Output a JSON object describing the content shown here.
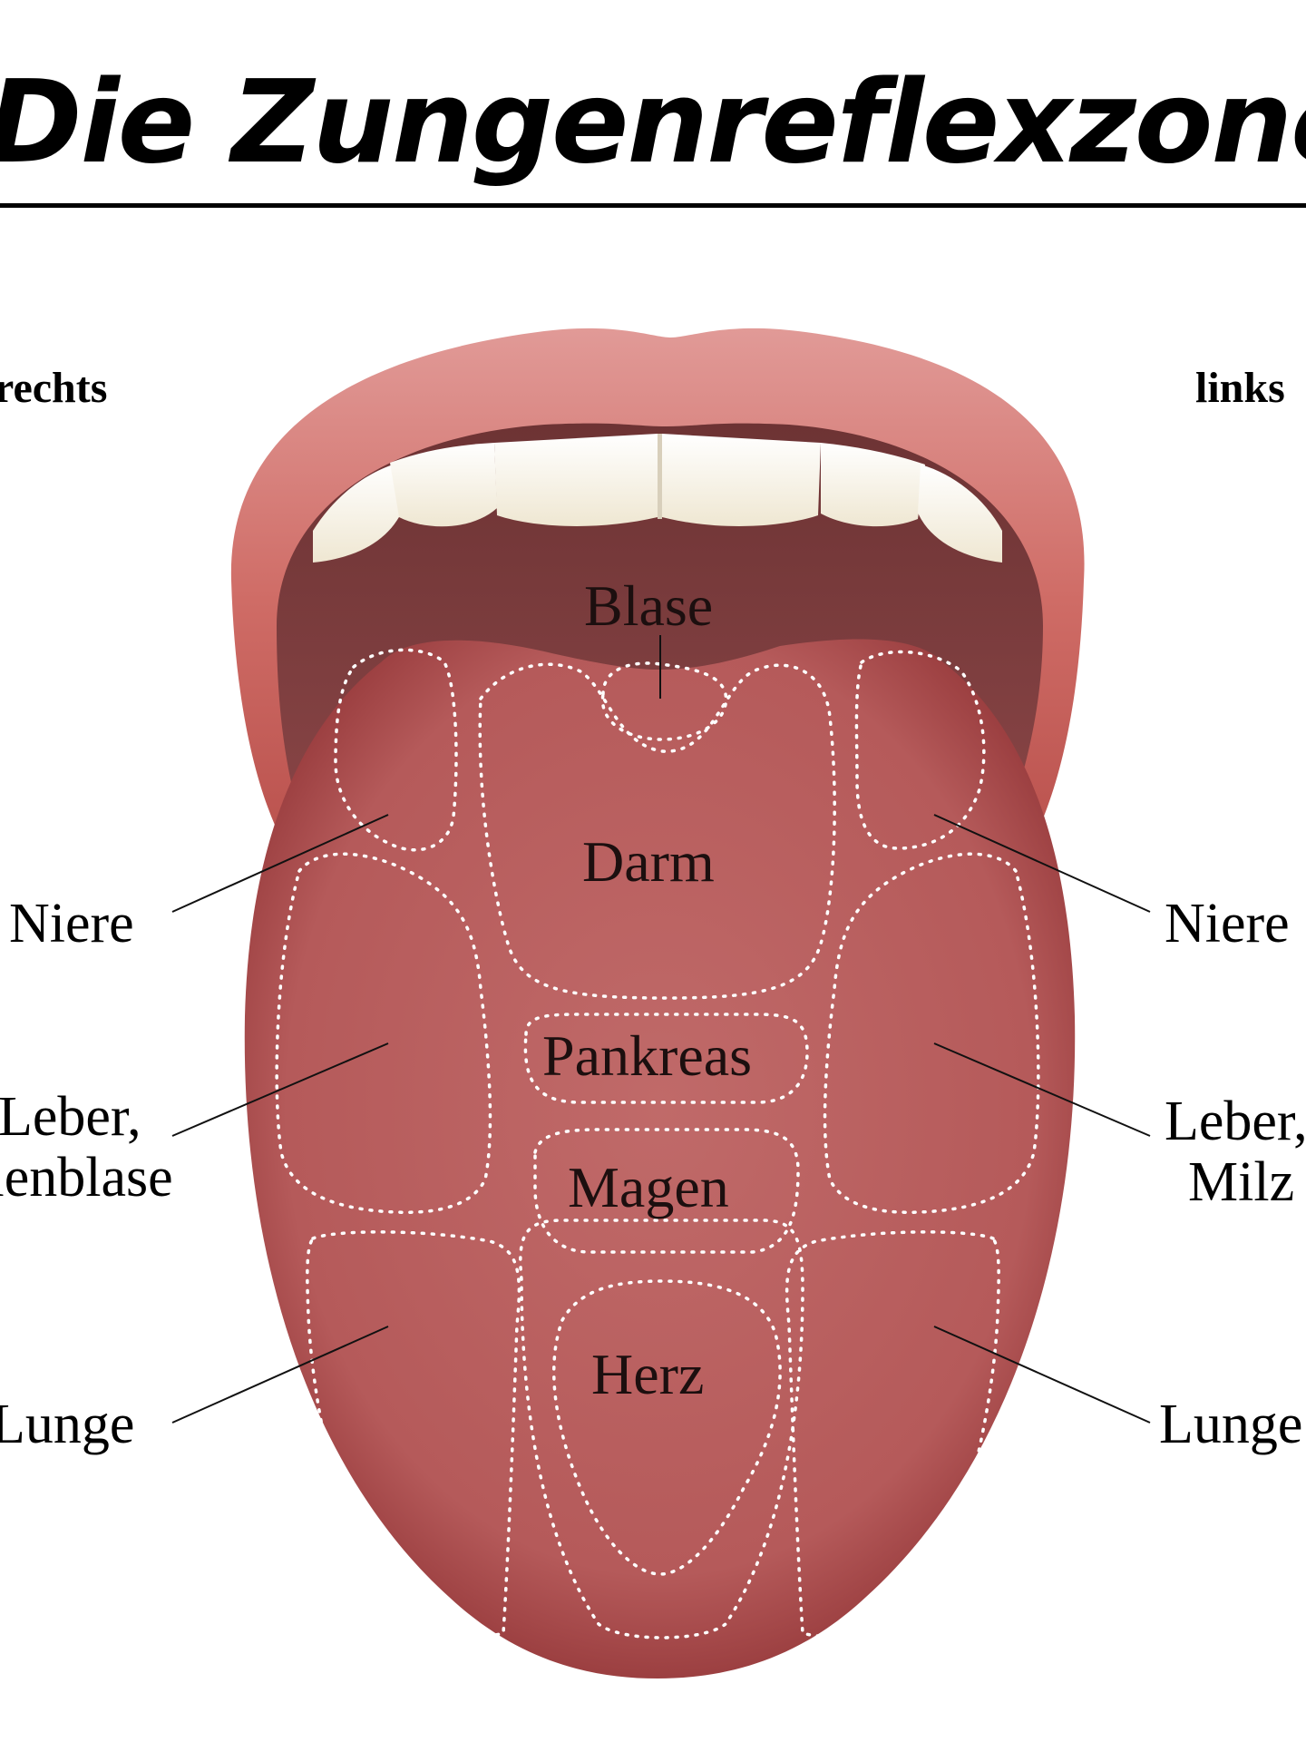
{
  "title": "Die Zungenreflexzonen",
  "sides": {
    "right_side": "rechts",
    "left_side": "links"
  },
  "zones": {
    "bladder": "Blase",
    "intestine": "Darm",
    "pancreas": "Pankreas",
    "stomach": "Magen",
    "heart": "Herz"
  },
  "labels": {
    "left_kidney": "Niere",
    "left_liver_line1": "Leber,",
    "left_liver_line2": "Gallenblase",
    "left_lung": "Lunge",
    "right_kidney": "Niere",
    "right_liver_line1": "Leber,",
    "right_liver_line2": "Milz",
    "right_lung": "Lunge"
  },
  "colors": {
    "lip": "#c9615c",
    "mouth_inside": "#7a3d3e",
    "teeth": "#f6f1e3",
    "tongue": "#b95f5f",
    "zone_outline": "#ffffff"
  }
}
